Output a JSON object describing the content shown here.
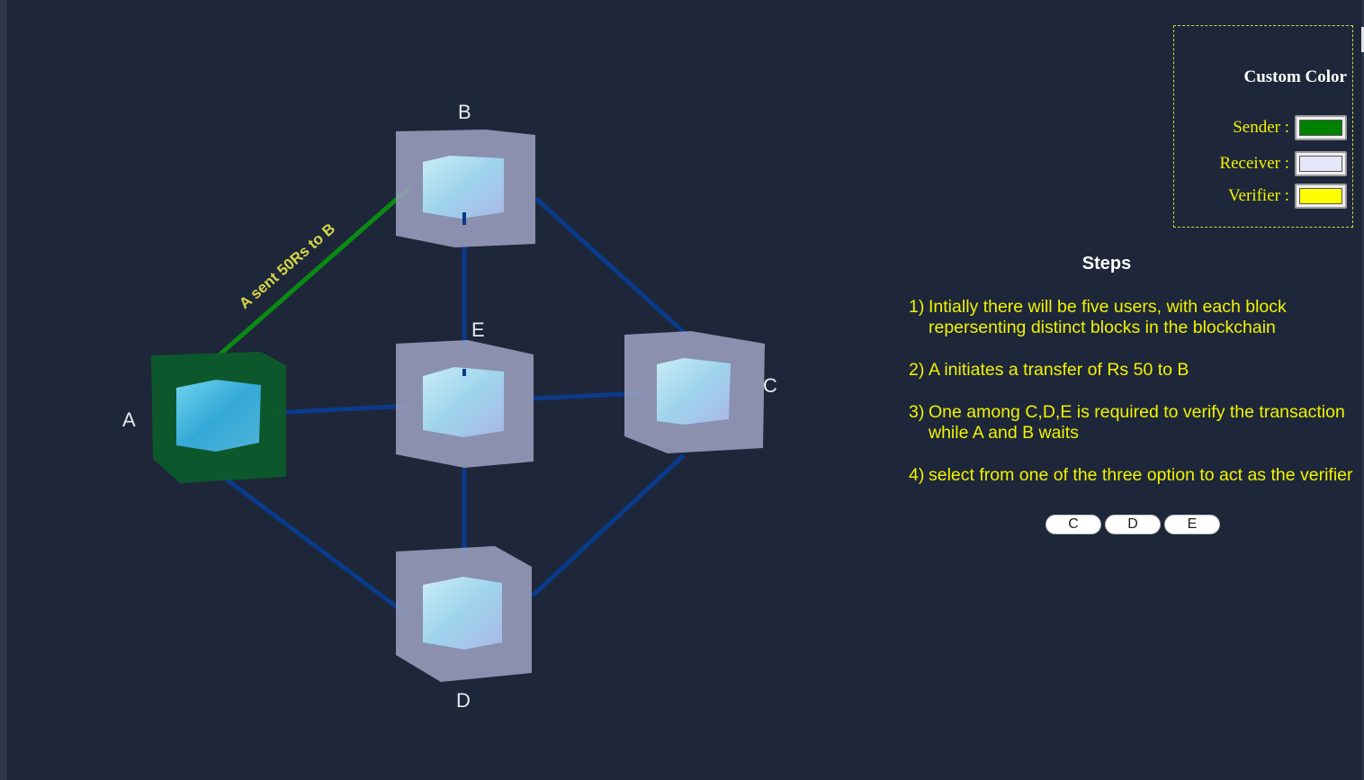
{
  "network": {
    "nodes": {
      "A": {
        "label": "A",
        "role": "sender"
      },
      "B": {
        "label": "B",
        "role": "receiver"
      },
      "C": {
        "label": "C",
        "role": "idle"
      },
      "D": {
        "label": "D",
        "role": "idle"
      },
      "E": {
        "label": "E",
        "role": "idle"
      }
    },
    "connections": [
      [
        "A",
        "B"
      ],
      [
        "A",
        "E"
      ],
      [
        "A",
        "D"
      ],
      [
        "B",
        "E"
      ],
      [
        "B",
        "C"
      ],
      [
        "E",
        "C"
      ],
      [
        "E",
        "D"
      ],
      [
        "C",
        "D"
      ]
    ],
    "highlighted_connection": [
      "A",
      "B"
    ],
    "transaction_label": "A sent 50Rs to B"
  },
  "legend": {
    "title": "Custom Color",
    "sender_label": "Sender :",
    "receiver_label": "Receiver :",
    "verifier_label": "Verifier :",
    "sender_color": "#008000",
    "receiver_color": "#e6e6fa",
    "verifier_color": "#ffff00"
  },
  "steps": {
    "title": "Steps",
    "items": [
      {
        "num": "1)",
        "text": "Intially there will be five users, with each block repersenting distinct blocks in the blockchain"
      },
      {
        "num": "2)",
        "text": "A initiates a transfer of Rs 50 to B"
      },
      {
        "num": "3)",
        "text": "One among C,D,E is required to verify the transaction while A and B waits"
      },
      {
        "num": "4)",
        "text": "select from one of the three option to act as the verifier"
      }
    ]
  },
  "verifier_options": [
    "C",
    "D",
    "E"
  ],
  "colors": {
    "background": "#1d2739",
    "edge": "#0a3a8a",
    "highlight_edge": "#0a8a12",
    "idle_block": "#9a9fbd",
    "sender_block": "#0d5a2c",
    "step_text": "#f2f200"
  }
}
